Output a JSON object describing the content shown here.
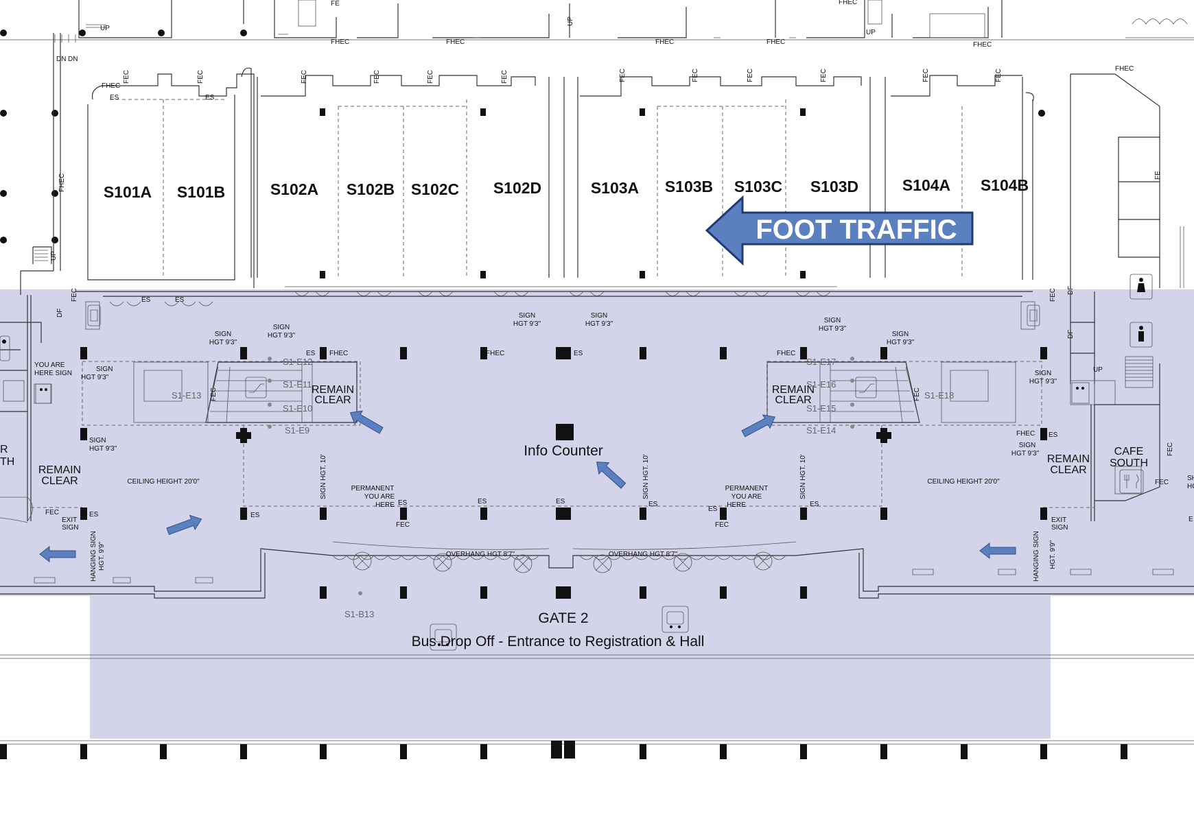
{
  "rooms": [
    "S101A",
    "S101B",
    "S102A",
    "S102B",
    "S102C",
    "S102D",
    "S103A",
    "S103B",
    "S103C",
    "S103D",
    "S104A",
    "S104B"
  ],
  "banner": {
    "label": "FOOT TRAFFIC",
    "fill": "#5b80c0",
    "stroke": "#1f3a70"
  },
  "zone": {
    "color": "#d3d3e9"
  },
  "labels": {
    "info_counter": "Info Counter",
    "gate": "GATE 2",
    "bus_dropoff": "Bus Drop Off - Entrance to Registration & Hall",
    "remain_clear": "REMAIN",
    "remain_clear2": "CLEAR",
    "ceiling": "CEILING HEIGHT 20'0\"",
    "cafe1": "CAFE",
    "cafe2": "SOUTH",
    "you_are_here1": "YOU ARE",
    "you_are_here2": "HERE SIGN",
    "permanent1": "PERMANENT",
    "permanent2": "YOU ARE",
    "permanent3": "HERE",
    "overhang": "OVERHANG HGT 8'7\"",
    "sign": "SIGN",
    "sign_hgt": "HGT 9'3\"",
    "sign_hgt10": "SIGN HGT. 10'",
    "hanging_sign": "HANGING SIGN",
    "hanging_hgt": "HGT. 9'9\"",
    "exit": "EXIT",
    "exit_sign": "SIGN",
    "fhec": "FHEC",
    "fec": "FEC",
    "es": "ES",
    "df": "DF",
    "fe": "FE",
    "up": "UP",
    "dn": "DN",
    "edge_r": "R",
    "edge_th": "TH",
    "edge_e": "E",
    "edge_sh": "SH",
    "edge_hc": "HC"
  },
  "markers": {
    "e12": "S1-E12",
    "e11": "S1-E11",
    "e10": "S1-E10",
    "e9": "S1-E9",
    "e13": "S1-E13",
    "e17": "S1-E17",
    "e16": "S1-E16",
    "e15": "S1-E15",
    "e14": "S1-E14",
    "e18": "S1-E18",
    "b13": "S1-B13"
  }
}
